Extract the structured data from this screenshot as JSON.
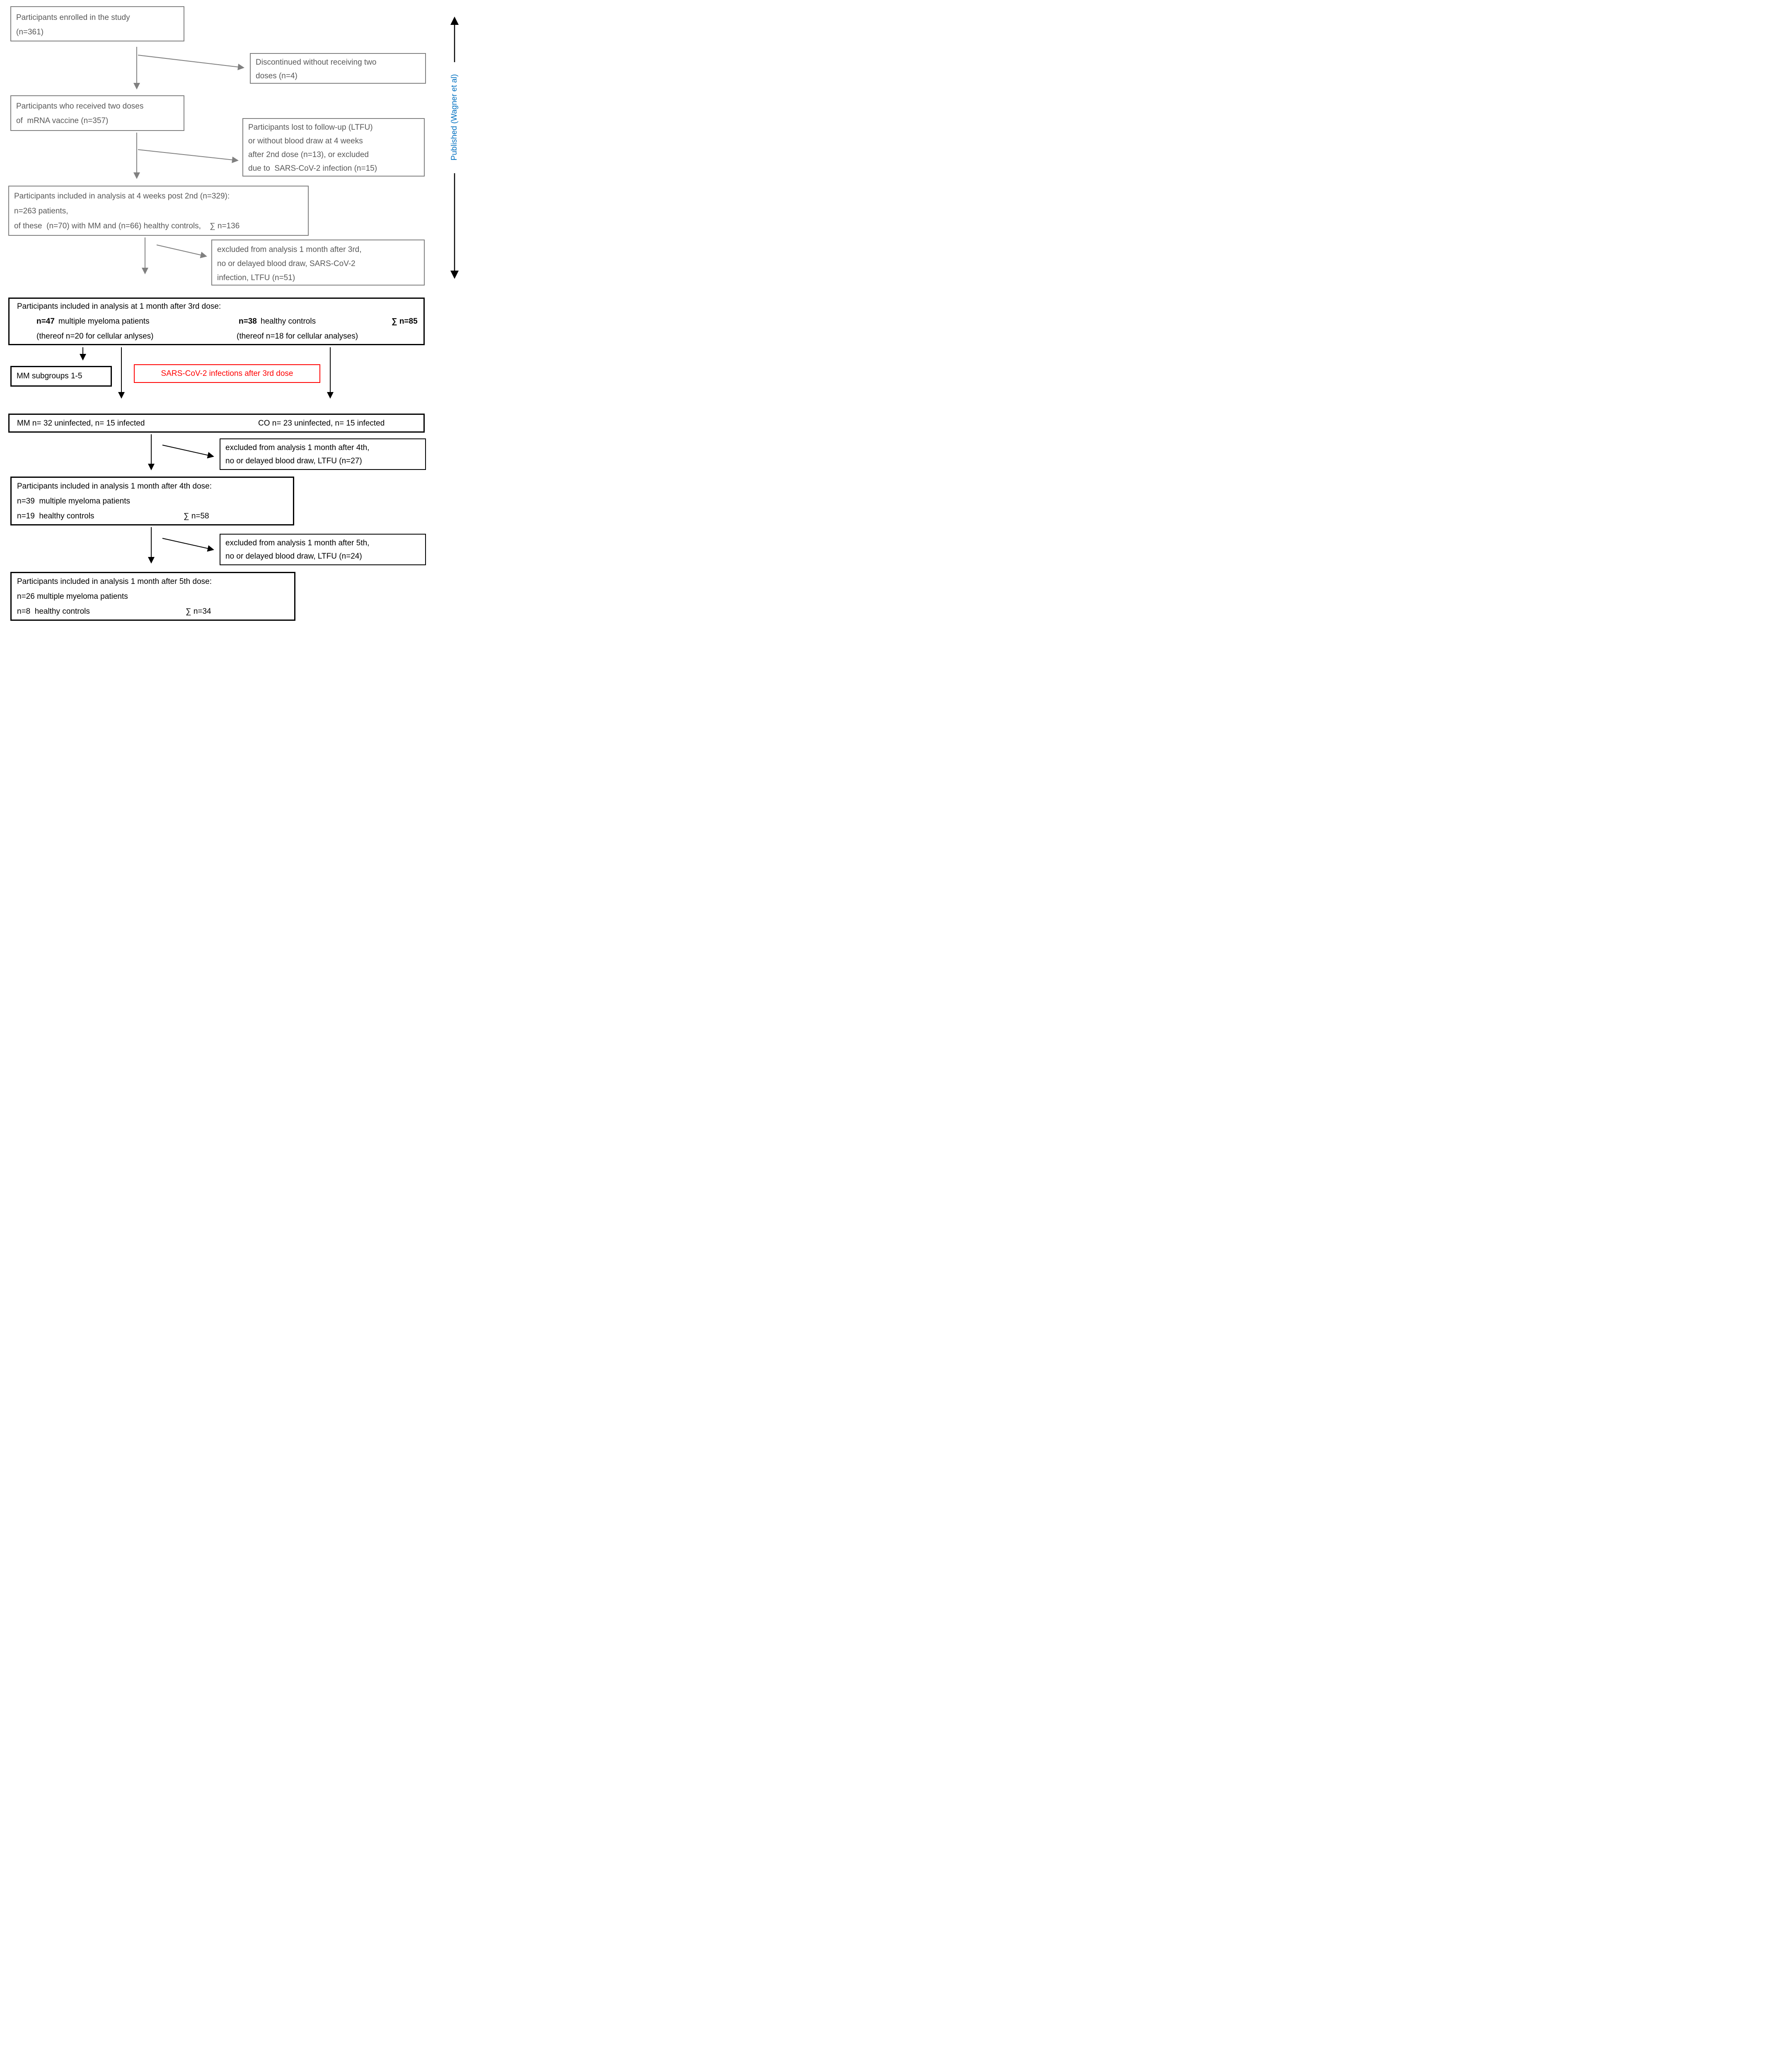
{
  "colors": {
    "gray_border": "#7f7f7f",
    "gray_text": "#595959",
    "black": "#000000",
    "red": "#ff0000",
    "blue": "#0070c0",
    "arrow_gray": "#808080"
  },
  "diagram": {
    "enrolled": {
      "l1": "Participants enrolled in the study",
      "l2": "(n=361)"
    },
    "discontinued": {
      "l1": "Discontinued without receiving two",
      "l2": "doses (n=4)"
    },
    "two_doses": {
      "l1": "Participants who received two doses",
      "l2": "of  mRNA vaccine (n=357)"
    },
    "ltfu": {
      "l1": "Participants lost to follow-up (LTFU)",
      "l2": "or without blood draw at 4 weeks",
      "l3": "after 2nd dose (n=13), or excluded",
      "l4": "due to  SARS-CoV-2 infection (n=15)"
    },
    "four_weeks": {
      "l1": "Participants included in analysis at 4 weeks post 2nd (n=329):",
      "l2": "n=263 patients,",
      "l3": "of these  (n=70) with MM and (n=66) healthy controls,    ∑ n=136"
    },
    "excluded3": {
      "l1": "excluded from analysis 1 month after 3rd,",
      "l2": "no or delayed blood draw, SARS-CoV-2",
      "l3": "infection, LTFU (n=51)"
    },
    "third_dose": {
      "title": "Participants included in analysis at 1 month after 3rd dose:",
      "mm_n": "n=47",
      "mm_label": "multiple myeloma patients",
      "mm_sub": "(thereof n=20 for cellular anlyses)",
      "co_n": "n=38",
      "co_label": "healthy controls",
      "co_sub": "(thereof n=18 for cellular analyses)",
      "sum": "∑ n=85"
    },
    "mm_subgroups": {
      "label": "MM subgroups 1-5"
    },
    "sars_infections": {
      "label": "SARS-CoV-2 infections after 3rd dose"
    },
    "mm_co": {
      "mm": "MM n= 32 uninfected, n= 15 infected",
      "co": "CO n= 23 uninfected, n= 15 infected"
    },
    "excluded4": {
      "l1": "excluded from analysis 1 month after 4th,",
      "l2": "no or delayed blood draw, LTFU (n=27)"
    },
    "fourth_dose": {
      "title": "Participants included in analysis 1 month after 4th dose:",
      "mm": "n=39  multiple myeloma patients",
      "co": "n=19  healthy controls",
      "sum": "∑ n=58"
    },
    "excluded5": {
      "l1": "excluded from analysis 1 month after 5th,",
      "l2": "no or delayed blood draw, LTFU (n=24)"
    },
    "fifth_dose": {
      "title": "Participants included in analysis 1 month after 5th dose:",
      "mm": "n=26 multiple myeloma patients",
      "co": "n=8  healthy controls",
      "sum": "∑ n=34"
    },
    "side_note": {
      "label": "Published (Wagner et al)"
    }
  }
}
